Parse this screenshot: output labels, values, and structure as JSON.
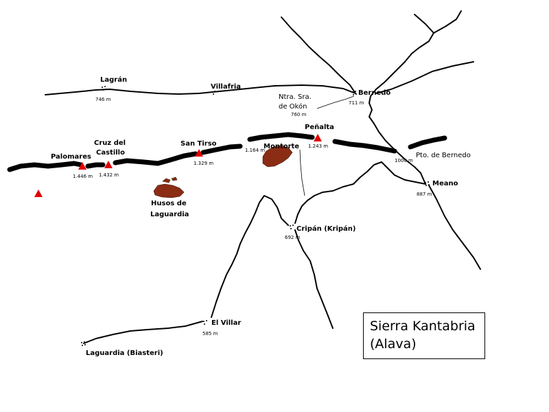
{
  "title": {
    "line1": "Sierra Kantabria",
    "line2": "(Alava)"
  },
  "villages": {
    "lagran": {
      "name": "Lagrán",
      "alt": "746 m"
    },
    "villafria": {
      "name": "Villafria"
    },
    "bernedo": {
      "name": "Bernedo",
      "alt": "711 m"
    },
    "meano": {
      "name": "Meano",
      "alt": "887 m"
    },
    "cripan": {
      "name": "Cripán (Kripán)",
      "alt": "692 m"
    },
    "elvillar": {
      "name": "El Villar",
      "alt": "585 m"
    },
    "laguardia": {
      "name": "Laguardia (Biasteri)"
    }
  },
  "peaks": {
    "palomares": {
      "name": "Palomares",
      "alt": "1.446 m"
    },
    "cruzcastillo": {
      "name_line1": "Cruz del",
      "name_line2": "Castillo",
      "alt": "1.432 m"
    },
    "santirso": {
      "name": "San Tirso",
      "alt": "1.329 m"
    },
    "penalta": {
      "name": "Peñalta",
      "alt": "1.243 m"
    },
    "montorte": {
      "name": "Montorte",
      "alt": "1.164 m"
    },
    "extra": {
      "name": ""
    }
  },
  "features": {
    "husos": {
      "line1": "Husos de",
      "line2": "Laguardia"
    },
    "okon": {
      "line1": "Ntra. Sra.",
      "line2": "de Okón",
      "alt": "760 m"
    },
    "pto_bernedo": {
      "name": "Pto. de Bernedo",
      "alt": "1000 m"
    }
  },
  "colors": {
    "peak": "#e00000",
    "rock": "#8b2c14"
  }
}
